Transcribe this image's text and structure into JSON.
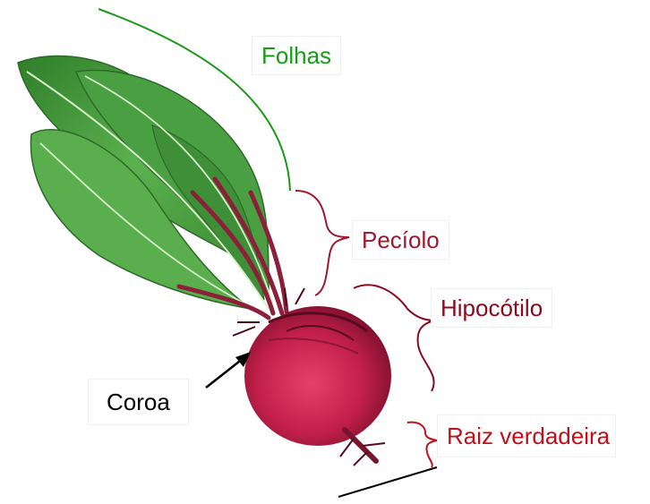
{
  "labels": {
    "folhas": "Folhas",
    "peciolo": "Pecíolo",
    "hipocotilo": "Hipocótilo",
    "coroa": "Coroa",
    "raiz_verdadeira": "Raiz verdadeira"
  },
  "colors": {
    "folhas": "#1a9a1a",
    "peciolo": "#a0182f",
    "hipocotilo": "#8b0a1e",
    "coroa": "#000000",
    "raiz_verdadeira": "#c0101a",
    "beet_body": "#c2204a",
    "leaf": "#4fa24a"
  }
}
